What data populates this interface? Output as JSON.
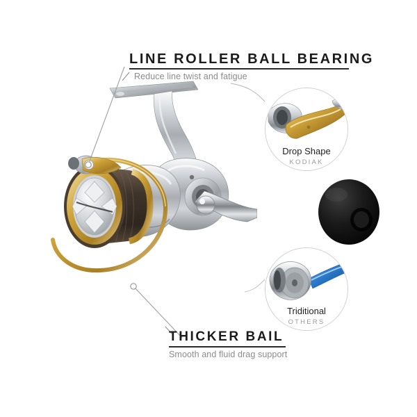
{
  "page": {
    "background_color": "#ffffff",
    "product": "spinning fishing reel infographic"
  },
  "callouts": [
    {
      "id": "line-roller-ball-bearing",
      "title": "LINE ROLLER BALL BEARING",
      "subtitle": "Reduce line twist and fatigue",
      "anchor": "line roller"
    },
    {
      "id": "thicker-bail",
      "title": "THICKER BAIL",
      "subtitle": "Smooth and fluid drag support",
      "anchor": "bail wire"
    }
  ],
  "comparisons": [
    {
      "id": "kodiak-drop-shape",
      "caption": "Drop Shape",
      "brand": "KODIAK",
      "photo_description": "gold and chrome drop-shaped line roller",
      "accent_color": "#c79a2e"
    },
    {
      "id": "others-traditional",
      "caption": "Triditional",
      "brand": "OTHERS",
      "photo_description": "plain silver roller with blue bail arm",
      "accent_color": "#2f7fd0"
    }
  ],
  "reel": {
    "spool_ring_color": "#c69a31",
    "spool_line_color": "#45382c",
    "body_color": "#b9bcc0",
    "bail_wire_color": "#c8a13c",
    "handle_knob_color": "#111111",
    "drag_knob_color": "#d8dadd"
  },
  "colors": {
    "title_text": "#1b1b1b",
    "subtitle_text": "#8b8b8b",
    "rule": "#2b2b2b",
    "leader_line": "#9a9a9a",
    "circle_border": "#cfcfcf"
  }
}
